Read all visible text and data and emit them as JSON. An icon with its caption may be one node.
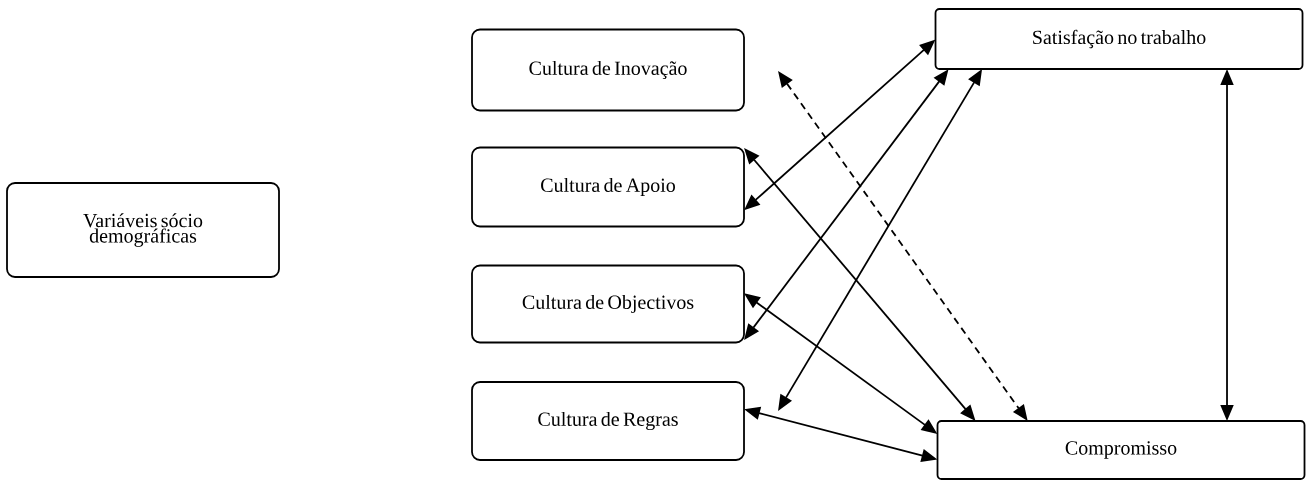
{
  "diagram": {
    "nodes": [
      {
        "text": [
          "Variáveis sócio demográficas"
        ]
      },
      {
        "text": [
          "Cultura de Inovação"
        ]
      },
      {
        "text": [
          "Cultura de  Apoio"
        ]
      },
      {
        "text": [
          "Cultura  de Objectivos"
        ]
      },
      {
        "text": [
          "Cultura de Regras"
        ]
      },
      {
        "text": [
          "Satisfação no trabalho"
        ]
      },
      {
        "text": [
          "Compromisso"
        ]
      }
    ],
    "edges": [
      {
        "from": 1,
        "to": 6,
        "arrow": "both",
        "style": "dashed"
      },
      {
        "from": 2,
        "to": 5,
        "arrow": "both"
      },
      {
        "from": 3,
        "to": 5,
        "arrow": "both"
      },
      {
        "from": 4,
        "to": 5,
        "arrow": "both"
      },
      {
        "from": 2,
        "to": 6,
        "arrow": "both"
      },
      {
        "from": 3,
        "to": 6,
        "arrow": "both"
      },
      {
        "from": 4,
        "to": 6,
        "arrow": "both"
      },
      {
        "from": 5,
        "to": 6,
        "arrow": "both"
      }
    ]
  }
}
